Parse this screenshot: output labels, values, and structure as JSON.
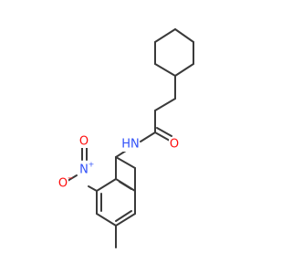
{
  "colors": {
    "bond": "#3a3a3a",
    "oxygen": "#ff0d0d",
    "nitrogen": "#3050f8",
    "background": "#ffffff"
  },
  "atoms": {
    "nh": "HN",
    "carbonyl_o": "O",
    "nitro_n": "N",
    "nitro_n_charge": "+",
    "nitro_o1": "O",
    "nitro_o2": "O",
    "nitro_o2_charge": "−"
  }
}
